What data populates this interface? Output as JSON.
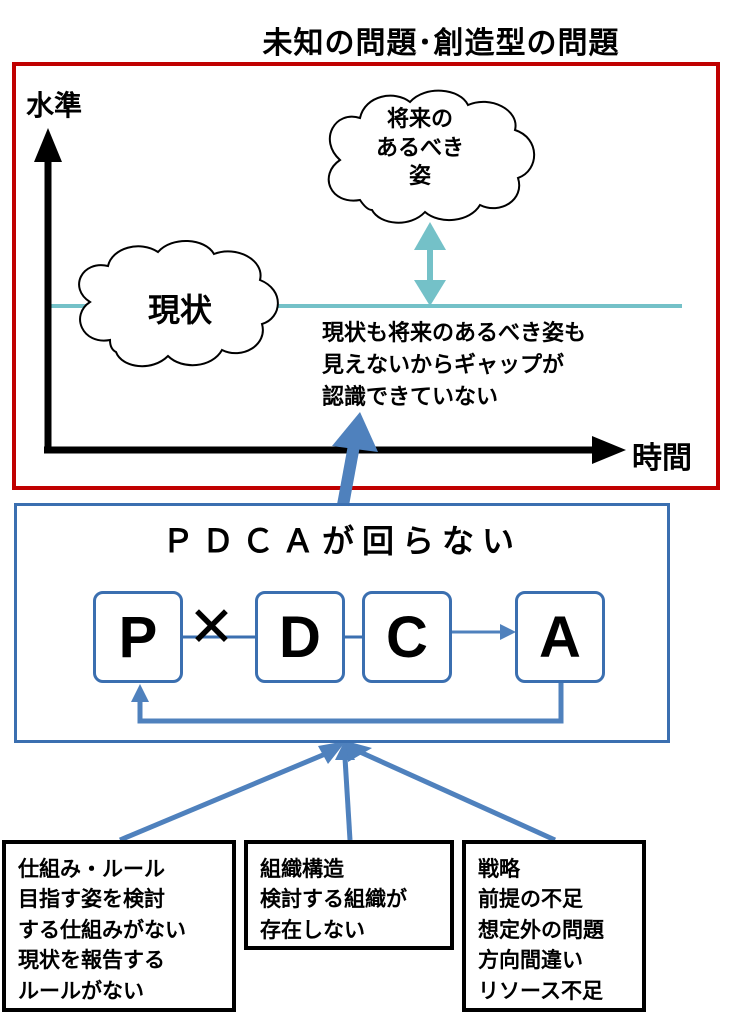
{
  "title": "未知の問題･創造型の問題",
  "axes": {
    "y_label": "水準",
    "x_label": "時間"
  },
  "clouds": {
    "future": "将来の\nあるべき\n姿",
    "current": "現状"
  },
  "gap_text": "現状も将来のあるべき姿も\n見えないからギャップが\n認識できていない",
  "pdca": {
    "title": "ＰＤＣＡが回らない",
    "steps": [
      "P",
      "D",
      "C",
      "A"
    ],
    "cross": "✕"
  },
  "causes": [
    {
      "text": "仕組み・ルール\n目指す姿を検討\nする仕組みがない\n現状を報告する\nルールがない"
    },
    {
      "text": "組織構造\n検討する組織が\n存在しない"
    },
    {
      "text": "戦略\n前提の不足\n想定外の問題\n方向間違い\nリソース不足"
    }
  ],
  "colors": {
    "frame_red": "#c00000",
    "frame_blue": "#3b6fb0",
    "arrow_blue": "#4f81bd",
    "teal": "#74c1c8"
  }
}
